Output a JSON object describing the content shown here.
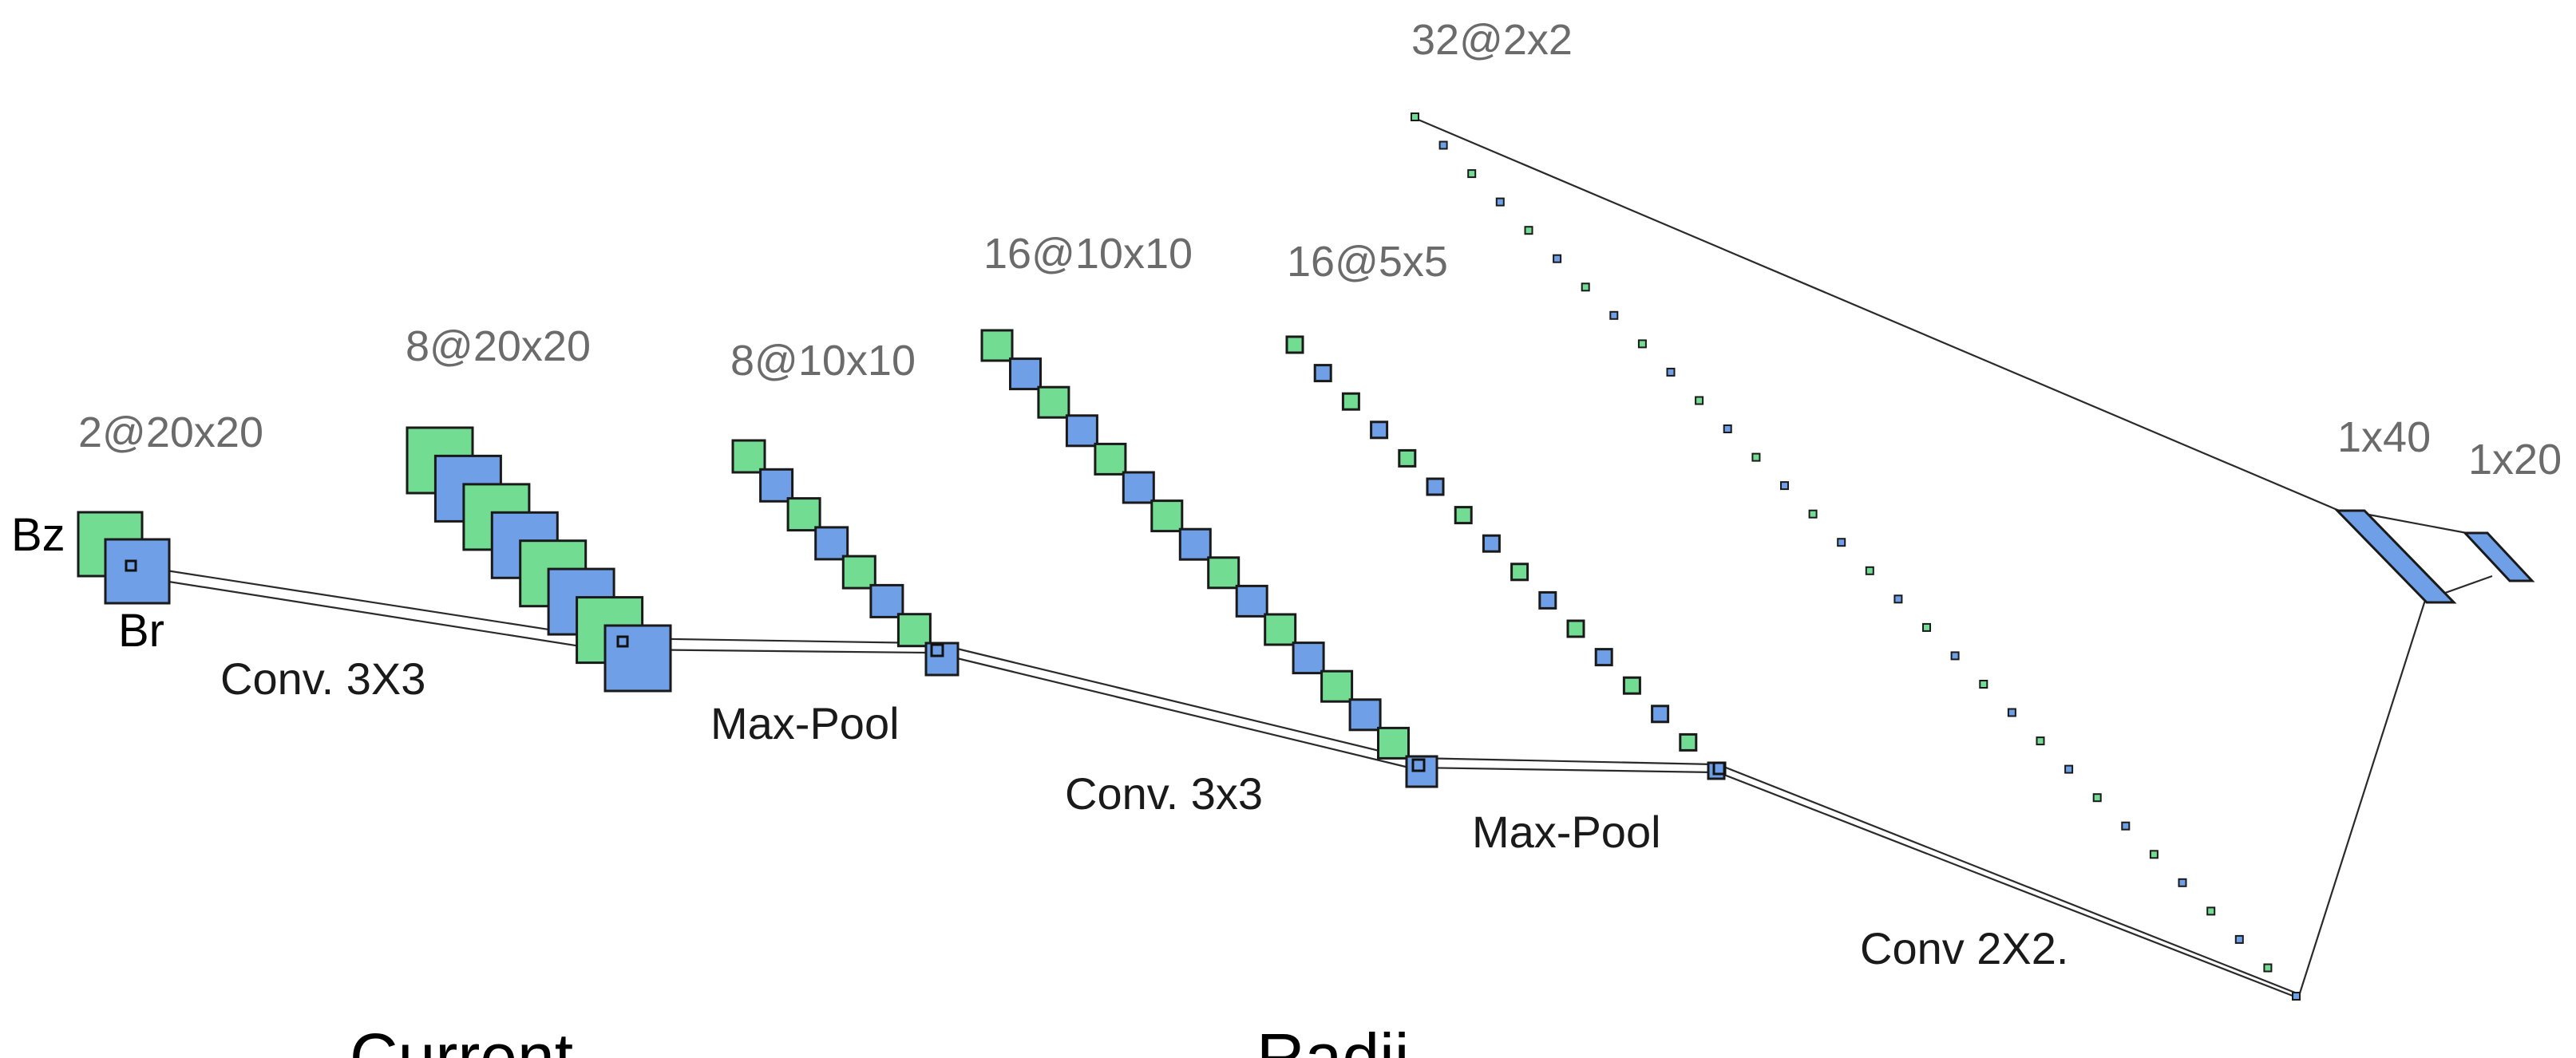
{
  "colors": {
    "green": "#72dc93",
    "blue": "#6f9fe6",
    "outline": "#1a1a1a",
    "line": "#2a2a2a"
  },
  "inputs": {
    "bz": "Bz",
    "br": "Br"
  },
  "layers": [
    {
      "id": "input",
      "dims": "2@20x20"
    },
    {
      "id": "conv1",
      "dims": "8@20x20"
    },
    {
      "id": "pool1",
      "dims": "8@10x10"
    },
    {
      "id": "conv2",
      "dims": "16@10x10"
    },
    {
      "id": "pool2",
      "dims": "16@5x5"
    },
    {
      "id": "conv3",
      "dims": "32@2x2"
    },
    {
      "id": "fc1",
      "dims": "1x40"
    },
    {
      "id": "fc2",
      "dims": "1x20"
    }
  ],
  "operations": [
    {
      "id": "op1",
      "label": "Conv. 3X3"
    },
    {
      "id": "op2",
      "label": "Max-Pool"
    },
    {
      "id": "op3",
      "label": "Conv. 3x3"
    },
    {
      "id": "op4",
      "label": "Max-Pool"
    },
    {
      "id": "op5",
      "label": "Conv 2X2."
    }
  ],
  "bottom_labels": {
    "left": "Current",
    "right": "Radii"
  }
}
